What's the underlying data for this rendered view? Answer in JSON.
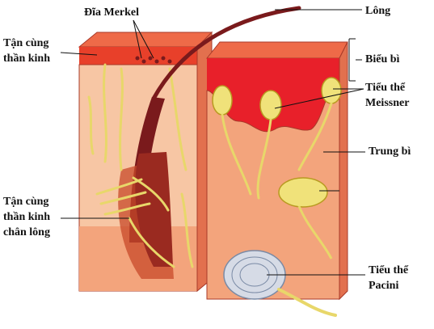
{
  "labels": {
    "merkel": "Đĩa Merkel",
    "hair": "Lông",
    "free_nerve": [
      "Tận  cùng",
      "thần kinh"
    ],
    "epidermis": "Biểu bì",
    "meissner": [
      "Tiểu thể",
      "Meissner"
    ],
    "dermis": "Trung bì",
    "hair_root_nerve": [
      "Tận cùng",
      "thần kinh",
      "chân lông"
    ],
    "pacini": [
      "Tiểu thể",
      "Pacini"
    ]
  },
  "colors": {
    "epidermis": "#e8202a",
    "dermis_front": "#f3a47c",
    "dermis_light": "#f7c6a4",
    "dermis_edge": "#a83a2a",
    "top_surface": "#ee5a3a",
    "hair": "#7a1a1c",
    "hair_follicle": "#c84a2a",
    "nerve": "#f0e27a",
    "nerve_edge": "#b89a20",
    "pacini": "#d6dbe6",
    "pacini_edge": "#7a8aa5"
  }
}
